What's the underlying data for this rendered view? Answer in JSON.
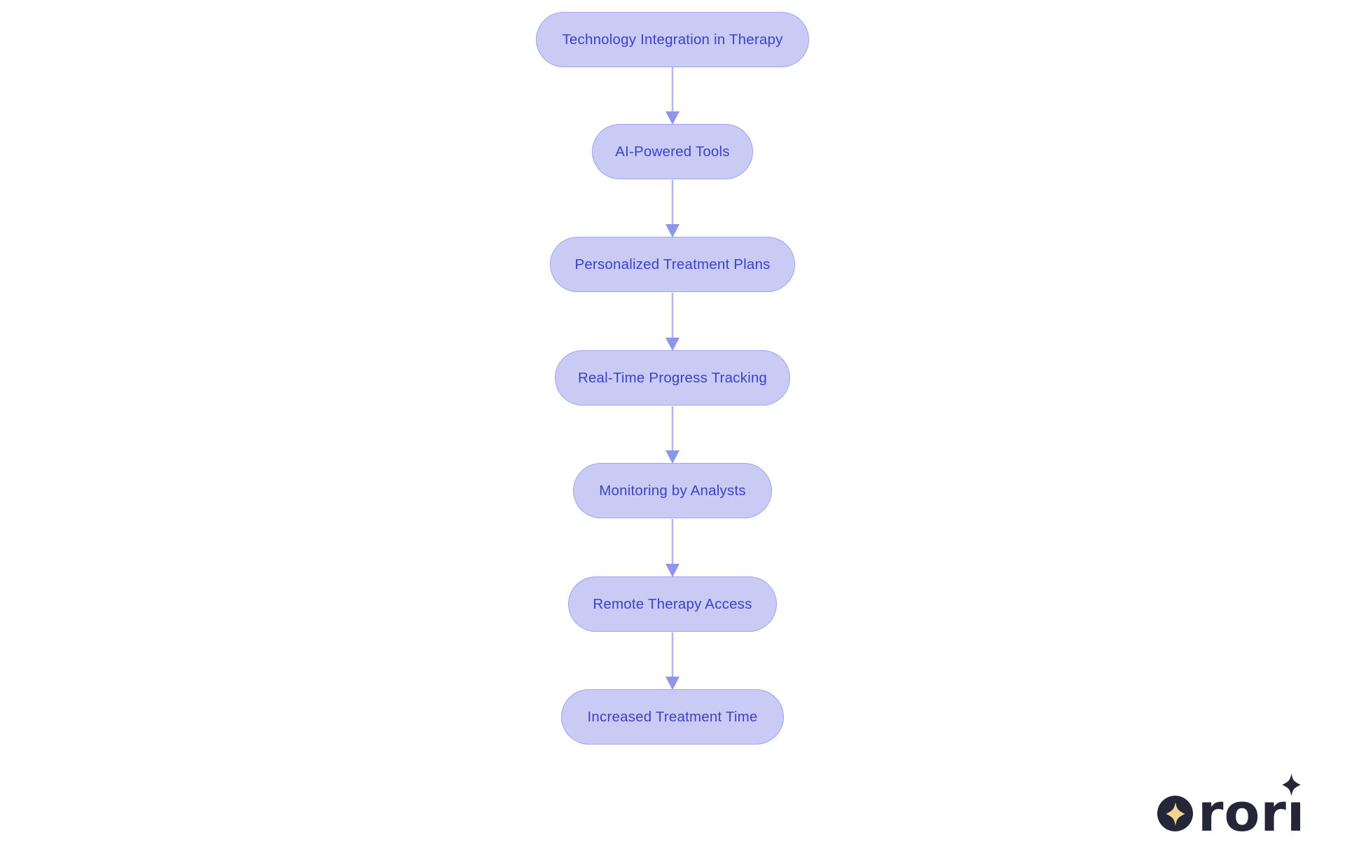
{
  "background_color": "#FFFFFF",
  "diagram": {
    "type": "flowchart",
    "direction": "top-down",
    "nodes": [
      {
        "id": "technology-integration-in-therapy",
        "label": "Technology Integration in Therapy"
      },
      {
        "id": "ai-powered-tools",
        "label": "AI-Powered Tools"
      },
      {
        "id": "personalized-treatment-plans",
        "label": "Personalized Treatment Plans"
      },
      {
        "id": "real-time-progress-tracking",
        "label": "Real-Time Progress Tracking"
      },
      {
        "id": "monitoring-by-analysts",
        "label": "Monitoring by Analysts"
      },
      {
        "id": "remote-therapy-access",
        "label": "Remote Therapy Access"
      },
      {
        "id": "increased-treatment-time",
        "label": "Increased Treatment Time"
      }
    ],
    "edges": [
      {
        "from": "technology-integration-in-therapy",
        "to": "ai-powered-tools"
      },
      {
        "from": "ai-powered-tools",
        "to": "personalized-treatment-plans"
      },
      {
        "from": "personalized-treatment-plans",
        "to": "real-time-progress-tracking"
      },
      {
        "from": "real-time-progress-tracking",
        "to": "monitoring-by-analysts"
      },
      {
        "from": "monitoring-by-analysts",
        "to": "remote-therapy-access"
      },
      {
        "from": "remote-therapy-access",
        "to": "increased-treatment-time"
      }
    ],
    "style": {
      "node_fill": "#C9CBF5",
      "node_border": "#9FA5EE",
      "node_text_color": "#3F3FC8",
      "arrow_line_color": "#B0B5F1",
      "arrow_head_color": "#8F96EA"
    }
  },
  "logo": {
    "wordmark": "rori",
    "wordmark_parts": [
      "ror",
      "ı"
    ],
    "badge_icon": "sparkle-icon",
    "colors": {
      "mark": "#252738",
      "sparkle": "#F1D491"
    }
  }
}
